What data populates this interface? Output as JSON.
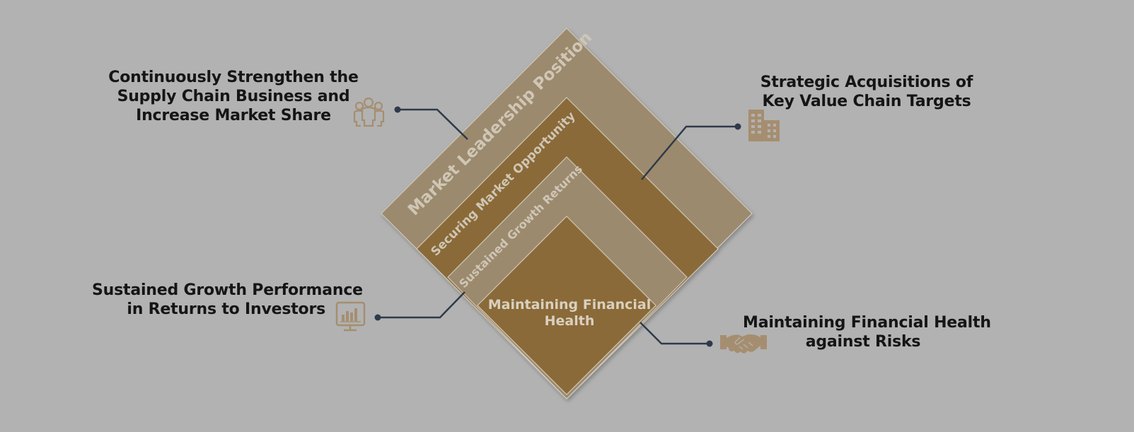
{
  "diagram": {
    "layers": [
      {
        "label": "Market Leadership Position"
      },
      {
        "label": "Securing Market Opportunity"
      },
      {
        "label": "Sustained Growth Returns"
      },
      {
        "label_lines": [
          "Maintaining Financial",
          "Health"
        ]
      }
    ],
    "callouts": {
      "top_left": {
        "lines": [
          "Continuously Strengthen the",
          "Supply Chain Business and",
          "Increase Market Share"
        ],
        "icon": "people-icon"
      },
      "top_right": {
        "lines": [
          "Strategic Acquisitions of",
          "Key Value Chain Targets"
        ],
        "icon": "building-icon"
      },
      "bottom_left": {
        "lines": [
          "Sustained Growth Performance",
          "in Returns to Investors"
        ],
        "icon": "monitor-chart-icon"
      },
      "bottom_right": {
        "lines": [
          "Maintaining Financial Health",
          "against Risks"
        ],
        "icon": "handshake-icon"
      }
    },
    "colors": {
      "background": "#b2b2b2",
      "light_band": "#9c8a6e",
      "dark_band": "#8a6a38",
      "connector": "#2f3a4a",
      "icon": "#a58e70",
      "label": "#cfc6b6"
    }
  }
}
